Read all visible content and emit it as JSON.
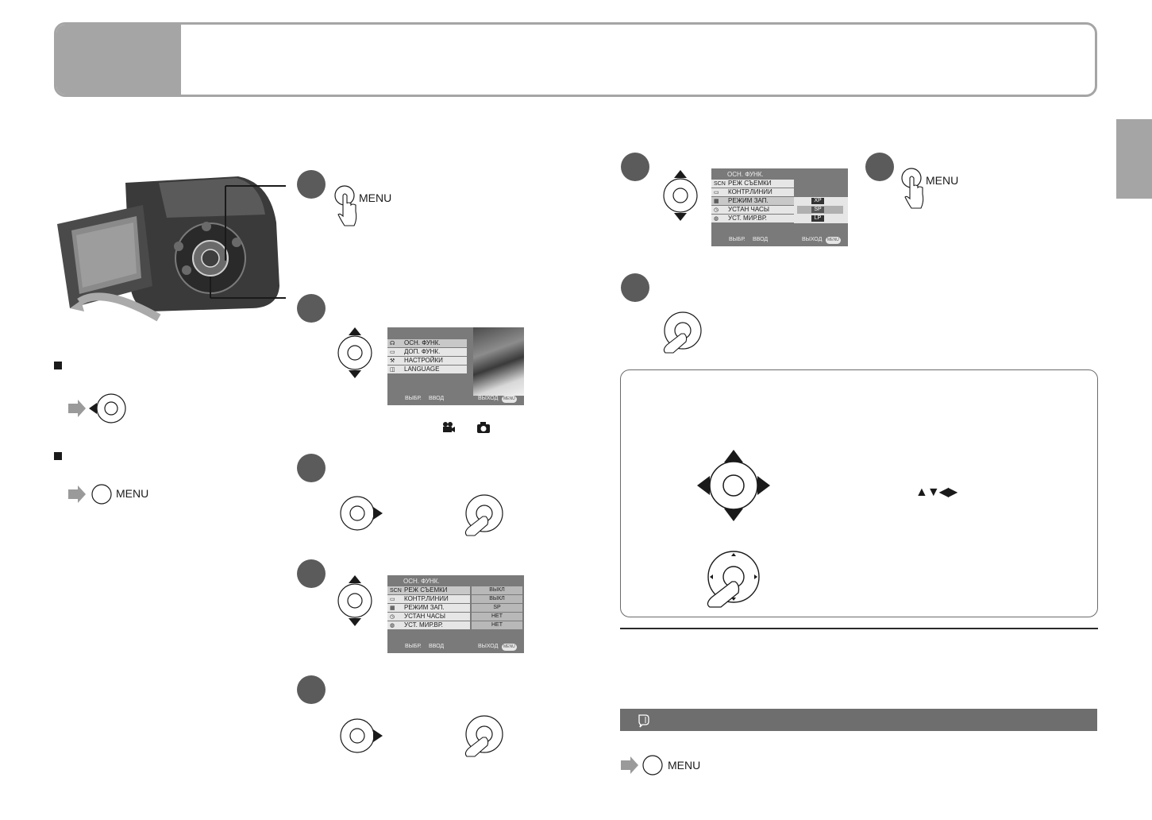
{
  "menu_label": "MENU",
  "top_menu_screen": {
    "items": [
      {
        "icon": "manual-icon",
        "label": "ОСН. ФУНК."
      },
      {
        "icon": "film-icon",
        "label": "ДОП. ФУНК."
      },
      {
        "icon": "tool-icon",
        "label": "НАСТРОЙКИ"
      },
      {
        "icon": "speech-icon",
        "label": "LANGUAGE"
      }
    ],
    "footer_select": "ВЫБР.",
    "footer_enter": "ВВОД",
    "footer_exit": "ВЫХОД",
    "footer_menu_badge": "MENU"
  },
  "sub_menu_screen": {
    "title": "ОСН. ФУНК.",
    "items": [
      {
        "icon": "SCN",
        "label": "РЕЖ СЪЕМКИ",
        "value": "ВЫКЛ"
      },
      {
        "icon": "guide",
        "label": "КОНТР.ЛИНИИ",
        "value": "ВЫКЛ"
      },
      {
        "icon": "rec",
        "label": "РЕЖИМ ЗАП.",
        "value": "SP"
      },
      {
        "icon": "clock",
        "label": "УСТАН ЧАСЫ",
        "value": "НЕТ"
      },
      {
        "icon": "globe",
        "label": "УСТ. МИР.ВР.",
        "value": "НЕТ"
      }
    ]
  },
  "rec_mode_screen": {
    "title": "ОСН. ФУНК.",
    "items": [
      {
        "icon": "SCN",
        "label": "РЕЖ СЪЕМКИ"
      },
      {
        "icon": "guide",
        "label": "КОНТР.ЛИНИИ"
      },
      {
        "icon": "rec",
        "label": "РЕЖИМ ЗАП."
      },
      {
        "icon": "clock",
        "label": "УСТАН ЧАСЫ"
      },
      {
        "icon": "globe",
        "label": "УСТ. МИР.ВР."
      }
    ],
    "options": [
      "XP",
      "SP",
      "LP"
    ],
    "selected_option": "SP"
  },
  "mode_icons": [
    "video-camera-icon",
    "photo-camera-icon"
  ],
  "direction_arrows_text": "▲▼◀▶"
}
